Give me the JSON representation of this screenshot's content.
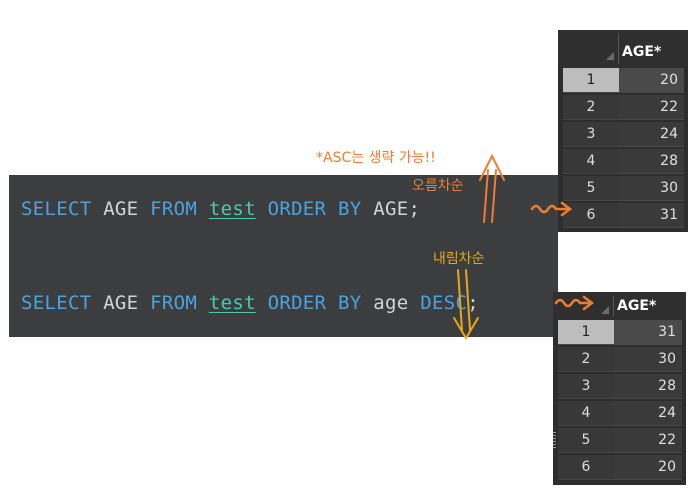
{
  "query1": {
    "select": "SELECT",
    "column": "AGE",
    "from": "FROM",
    "table": "test",
    "order": "ORDER",
    "by": "BY",
    "order_column": "AGE;"
  },
  "query2": {
    "select": "SELECT",
    "column": "AGE",
    "from": "FROM",
    "table": "test",
    "order": "ORDER",
    "by": "BY",
    "order_column": "age",
    "direction": "DESC",
    "terminator": ";"
  },
  "annotations": {
    "asc_note": "*ASC는 생략 가능!!",
    "asc_label": "오름차순",
    "desc_label": "내림차순"
  },
  "result_asc": {
    "header": "AGE*",
    "rows": [
      {
        "num": "1",
        "value": "20"
      },
      {
        "num": "2",
        "value": "22"
      },
      {
        "num": "3",
        "value": "24"
      },
      {
        "num": "4",
        "value": "28"
      },
      {
        "num": "5",
        "value": "30"
      },
      {
        "num": "6",
        "value": "31"
      }
    ]
  },
  "result_desc": {
    "header": "AGE*",
    "rows": [
      {
        "num": "1",
        "value": "31"
      },
      {
        "num": "2",
        "value": "30"
      },
      {
        "num": "3",
        "value": "28"
      },
      {
        "num": "4",
        "value": "24"
      },
      {
        "num": "5",
        "value": "22"
      },
      {
        "num": "6",
        "value": "20"
      }
    ]
  },
  "colors": {
    "keyword": "#4aa3df",
    "table": "#4ec9b0",
    "asc_arrow": "#ed7d31",
    "desc_arrow": "#e6a817"
  }
}
